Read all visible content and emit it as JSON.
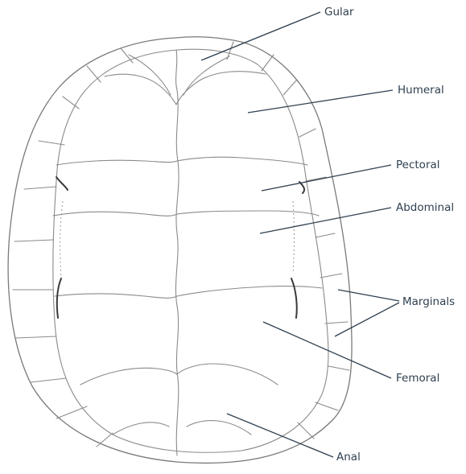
{
  "labels": {
    "gular": "Gular",
    "humeral": "Humeral",
    "pectoral": "Pectoral",
    "abdominal": "Abdominal",
    "marginals": "Marginals",
    "femoral": "Femoral",
    "anal": "Anal"
  },
  "colors": {
    "label": "#2f4050",
    "outline": "#8a8a8a"
  }
}
